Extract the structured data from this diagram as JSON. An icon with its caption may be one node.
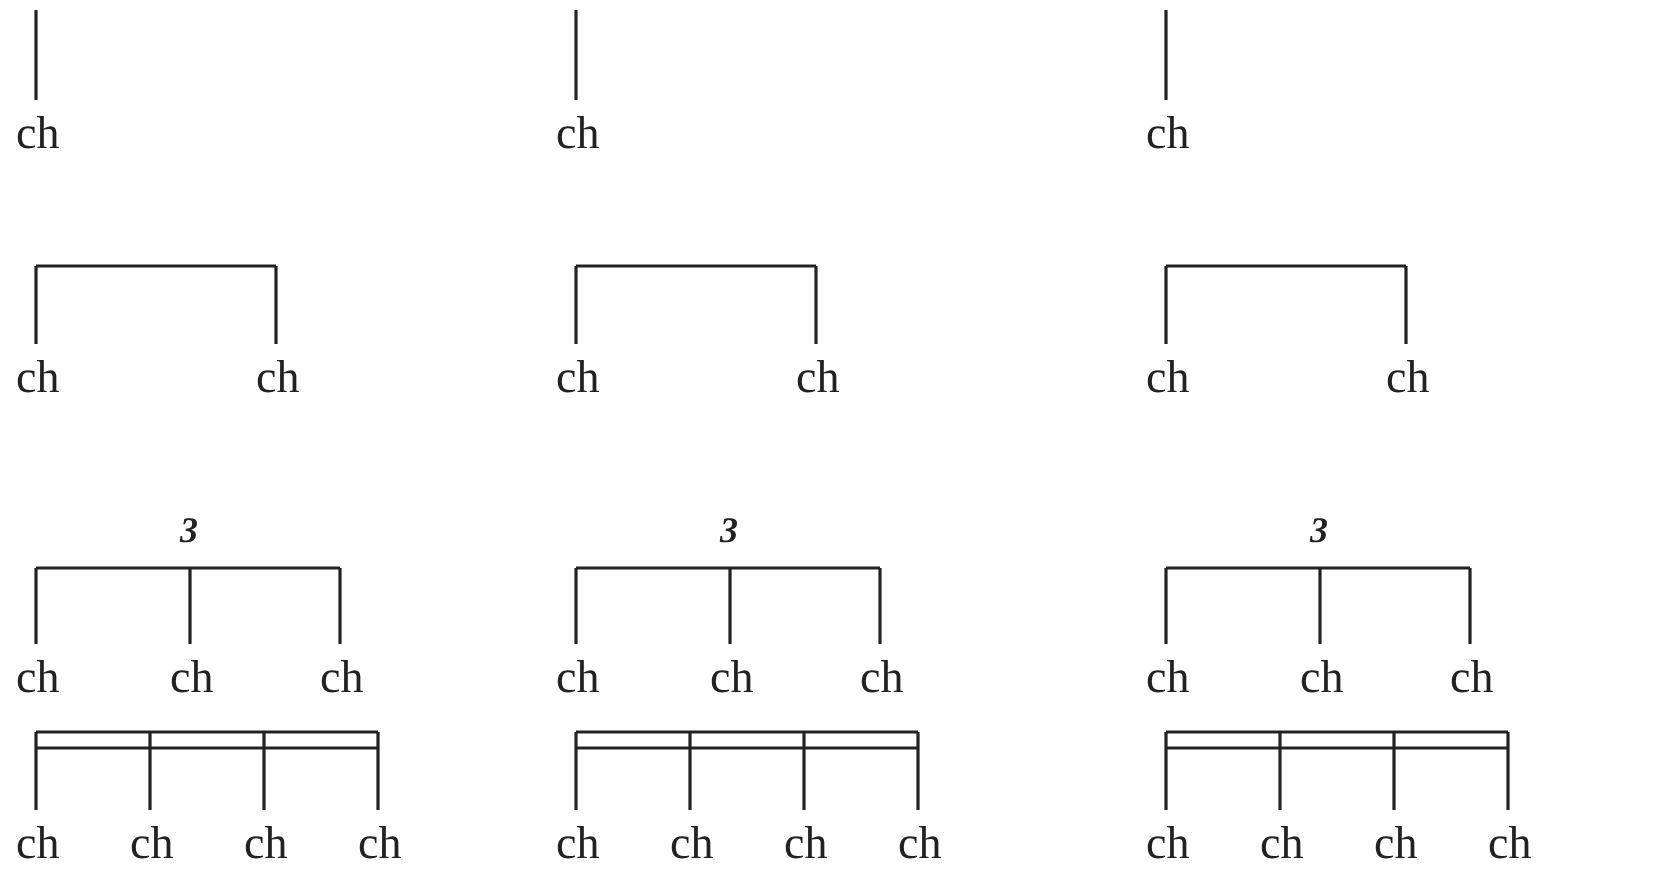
{
  "diagram": {
    "labels": [
      "ch",
      "ch",
      "ch",
      "ch",
      "ch",
      "ch",
      "ch",
      "ch",
      "ch",
      "3",
      "3",
      "3",
      "ch",
      "ch",
      "ch",
      "ch",
      "ch",
      "ch",
      "ch",
      "ch",
      "ch",
      "ch",
      "ch",
      "ch",
      "ch",
      "ch",
      "ch",
      "ch",
      "ch",
      "ch",
      "ch",
      "ch",
      "ch"
    ]
  }
}
